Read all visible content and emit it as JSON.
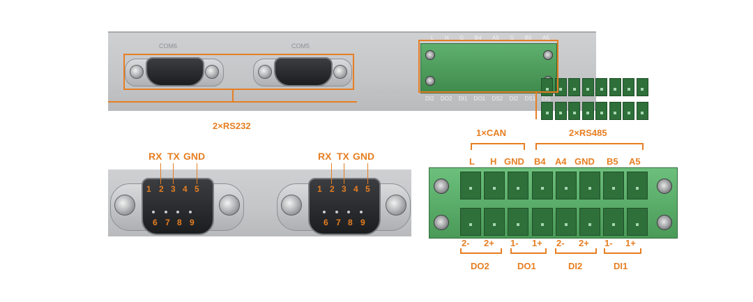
{
  "top_panel": {
    "port_labels": [
      "COM6",
      "COM5"
    ],
    "terminal_top_labels": [
      "L",
      "H",
      "G",
      "B4",
      "A5",
      "G",
      "B5",
      "A5"
    ],
    "terminal_bottom_labels": [
      "DI2",
      "DO2",
      "DI1",
      "DO1",
      "DS2",
      "DI2",
      "DS1",
      "DI1"
    ]
  },
  "rs232_callout": "2×RS232",
  "db9_left": {
    "signal_labels": [
      "RX",
      "TX",
      "GND"
    ],
    "row1_pins": [
      "1",
      "2",
      "3",
      "4",
      "5"
    ],
    "row2_pins": [
      "6",
      "7",
      "8",
      "9"
    ]
  },
  "db9_right": {
    "signal_labels": [
      "RX",
      "TX",
      "GND"
    ],
    "row1_pins": [
      "1",
      "2",
      "3",
      "4",
      "5"
    ],
    "row2_pins": [
      "6",
      "7",
      "8",
      "9"
    ]
  },
  "terminal_detail": {
    "can_group": "1×CAN",
    "rs485_group": "2×RS485",
    "top_labels": [
      "L",
      "H",
      "GND",
      "B4",
      "A4",
      "GND",
      "B5",
      "A5"
    ],
    "bottom_labels": [
      "2-",
      "2+",
      "1-",
      "1+",
      "2-",
      "2+",
      "1-",
      "1+"
    ],
    "bottom_groups": [
      "DO2",
      "DO1",
      "DI2",
      "DI1"
    ]
  },
  "colors": {
    "accent": "#e67e22",
    "terminal_green": "#4f9e5e",
    "panel_gray": "#c6c7c9"
  }
}
